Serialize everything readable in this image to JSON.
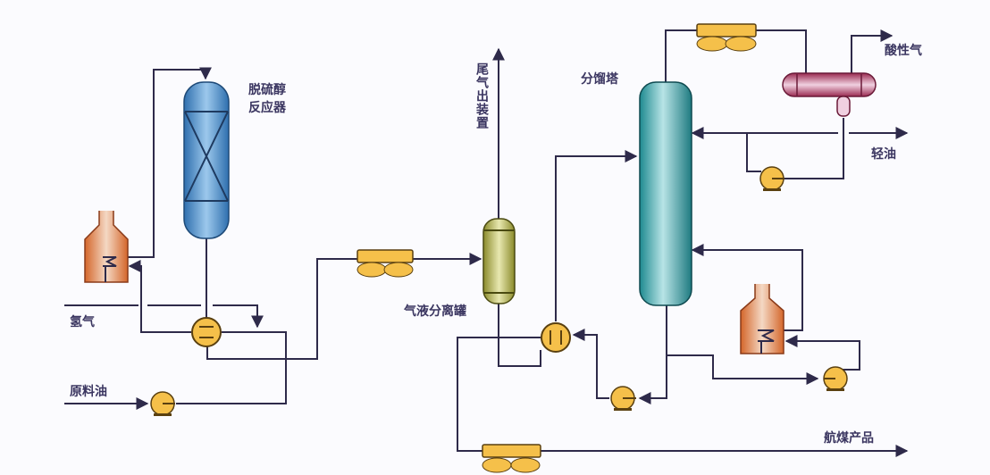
{
  "title": "航煤加氢工艺流程",
  "labels": {
    "reactor": "脱硫醇\n反应器",
    "reactor_line1": "脱硫醇",
    "reactor_line2": "反应器",
    "tail_gas": "尾气出装置",
    "fractionator": "分馏塔",
    "acid_gas": "酸性气",
    "light_oil": "轻油",
    "hydrogen": "氢气",
    "feed_oil": "原料油",
    "separator": "气液分离罐",
    "jet_fuel": "航煤产品"
  },
  "colors": {
    "pipe": "#2e2a4a",
    "reactor": "#4a8ec8",
    "furnace": "#d9733a",
    "exchanger": "#f5c04a",
    "separator": "#a8a040",
    "fractionator": "#2a9aa0",
    "reflux_drum": "#b03a60",
    "background": "#fbfbfe"
  },
  "equipment": [
    {
      "id": "reactor",
      "type": "fixed-bed-reactor"
    },
    {
      "id": "furnace-1",
      "type": "heating-furnace"
    },
    {
      "id": "furnace-2",
      "type": "reboiler-furnace"
    },
    {
      "id": "exchanger-1",
      "type": "heat-exchanger"
    },
    {
      "id": "exchanger-2",
      "type": "heat-exchanger"
    },
    {
      "id": "air-cooler-1",
      "type": "air-cooler"
    },
    {
      "id": "air-cooler-2",
      "type": "air-cooler"
    },
    {
      "id": "air-cooler-3",
      "type": "air-cooler"
    },
    {
      "id": "separator",
      "type": "gas-liquid-separator"
    },
    {
      "id": "fractionator",
      "type": "fractionation-column"
    },
    {
      "id": "reflux-drum",
      "type": "reflux-drum"
    },
    {
      "id": "pump-feed",
      "type": "pump"
    },
    {
      "id": "pump-bottom",
      "type": "pump"
    },
    {
      "id": "pump-reflux",
      "type": "pump"
    },
    {
      "id": "pump-reboiler",
      "type": "pump"
    }
  ]
}
